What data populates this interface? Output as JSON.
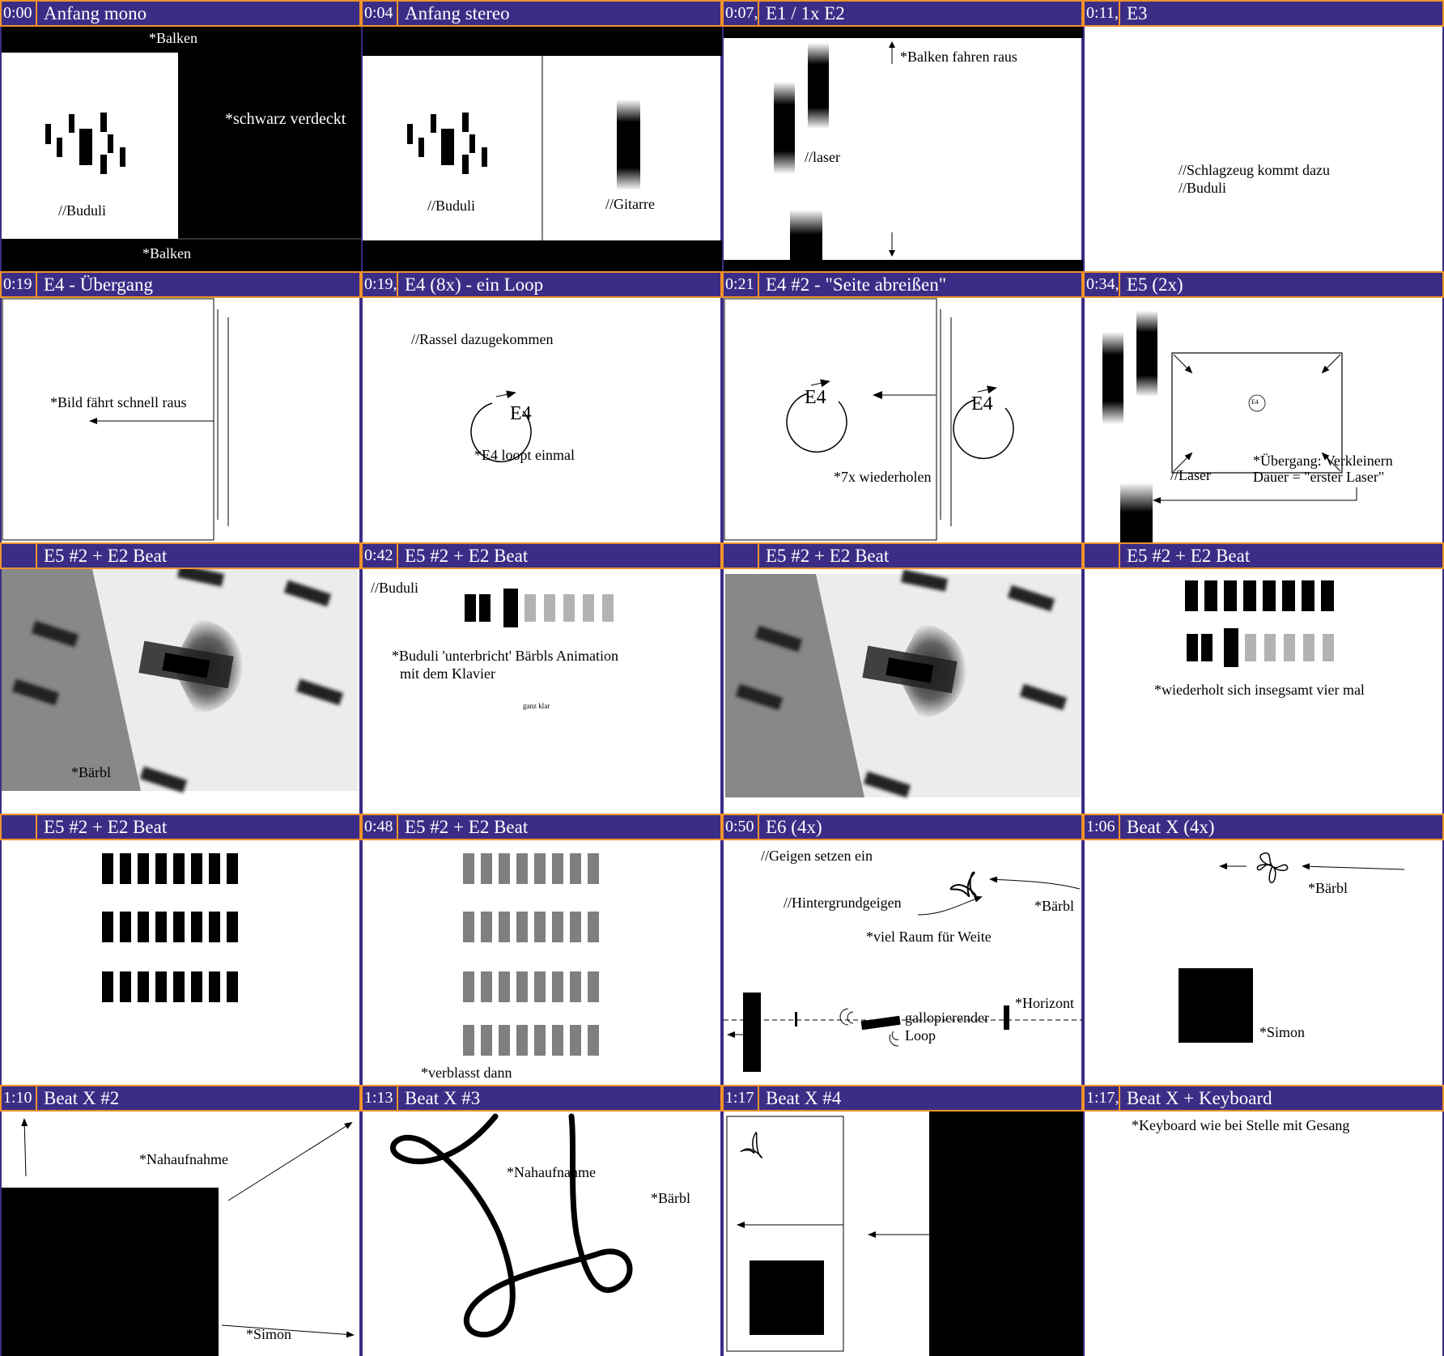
{
  "colors": {
    "header_bg": "#3b2d86",
    "header_border": "#f0922b"
  },
  "panels": [
    {
      "time": "0:00",
      "title": "Anfang mono",
      "notes": [
        "*Balken",
        "*schwarz verdeckt",
        "//Buduli",
        "*Balken"
      ]
    },
    {
      "time": "0:04",
      "title": "Anfang stereo",
      "notes": [
        "//Buduli",
        "//Gitarre"
      ]
    },
    {
      "time": "0:07,",
      "title": "E1 / 1x E2",
      "notes": [
        "*Balken fahren raus",
        "//laser"
      ]
    },
    {
      "time": "0:11,",
      "title": "E3",
      "notes": [
        "//Schlagzeug kommt dazu",
        "//Buduli"
      ]
    },
    {
      "time": "0:19",
      "title": "E4 - Übergang",
      "notes": [
        "*Bild fährt schnell raus"
      ]
    },
    {
      "time": "0:19,",
      "title": "E4 (8x) - ein Loop",
      "notes": [
        "//Rassel dazugekommen",
        "E4",
        "*E4 loopt einmal"
      ]
    },
    {
      "time": "0:21",
      "title": "E4 #2 - \"Seite abreißen\"",
      "notes": [
        "E4",
        "E4",
        "*7x wiederholen"
      ]
    },
    {
      "time": "0:34,",
      "title": "E5 (2x)",
      "notes": [
        "E4",
        "//Laser",
        "*Übergang: Verkleinern",
        "Dauer = \"erster Laser\""
      ]
    },
    {
      "time": "",
      "title": "E5 #2 + E2 Beat",
      "notes": [
        "*Bärbl"
      ]
    },
    {
      "time": "0:42",
      "title": "E5 #2 + E2 Beat",
      "notes": [
        "//Buduli",
        "*Buduli 'unterbricht' Bärbls Animation",
        "mit dem Klavier",
        "ganz klar"
      ]
    },
    {
      "time": "",
      "title": "E5 #2 + E2 Beat",
      "notes": []
    },
    {
      "time": "",
      "title": "E5 #2 + E2 Beat",
      "notes": [
        "*wiederholt sich insegsamt vier mal"
      ]
    },
    {
      "time": "",
      "title": "E5 #2 + E2 Beat",
      "notes": []
    },
    {
      "time": "0:48",
      "title": "E5 #2 + E2 Beat",
      "notes": [
        "*verblasst dann"
      ]
    },
    {
      "time": "0:50",
      "title": "E6 (4x)",
      "notes": [
        "//Geigen setzen ein",
        "//Hintergrundgeigen",
        "*Bärbl",
        "*viel Raum für Weite",
        "*Horizont",
        "gallopierender",
        "Loop"
      ]
    },
    {
      "time": "1:06",
      "title": "Beat X (4x)",
      "notes": [
        "*Bärbl",
        "*Simon"
      ]
    },
    {
      "time": "1:10",
      "title": "Beat X #2",
      "notes": [
        "*Nahaufnahme",
        "*Simon"
      ]
    },
    {
      "time": "1:13",
      "title": "Beat X #3",
      "notes": [
        "*Nahaufnahme",
        "*Bärbl"
      ]
    },
    {
      "time": "1:17",
      "title": "Beat X #4",
      "notes": []
    },
    {
      "time": "1:17,",
      "title": "Beat X + Keyboard",
      "notes": [
        "*Keyboard wie bei Stelle mit Gesang"
      ]
    }
  ]
}
